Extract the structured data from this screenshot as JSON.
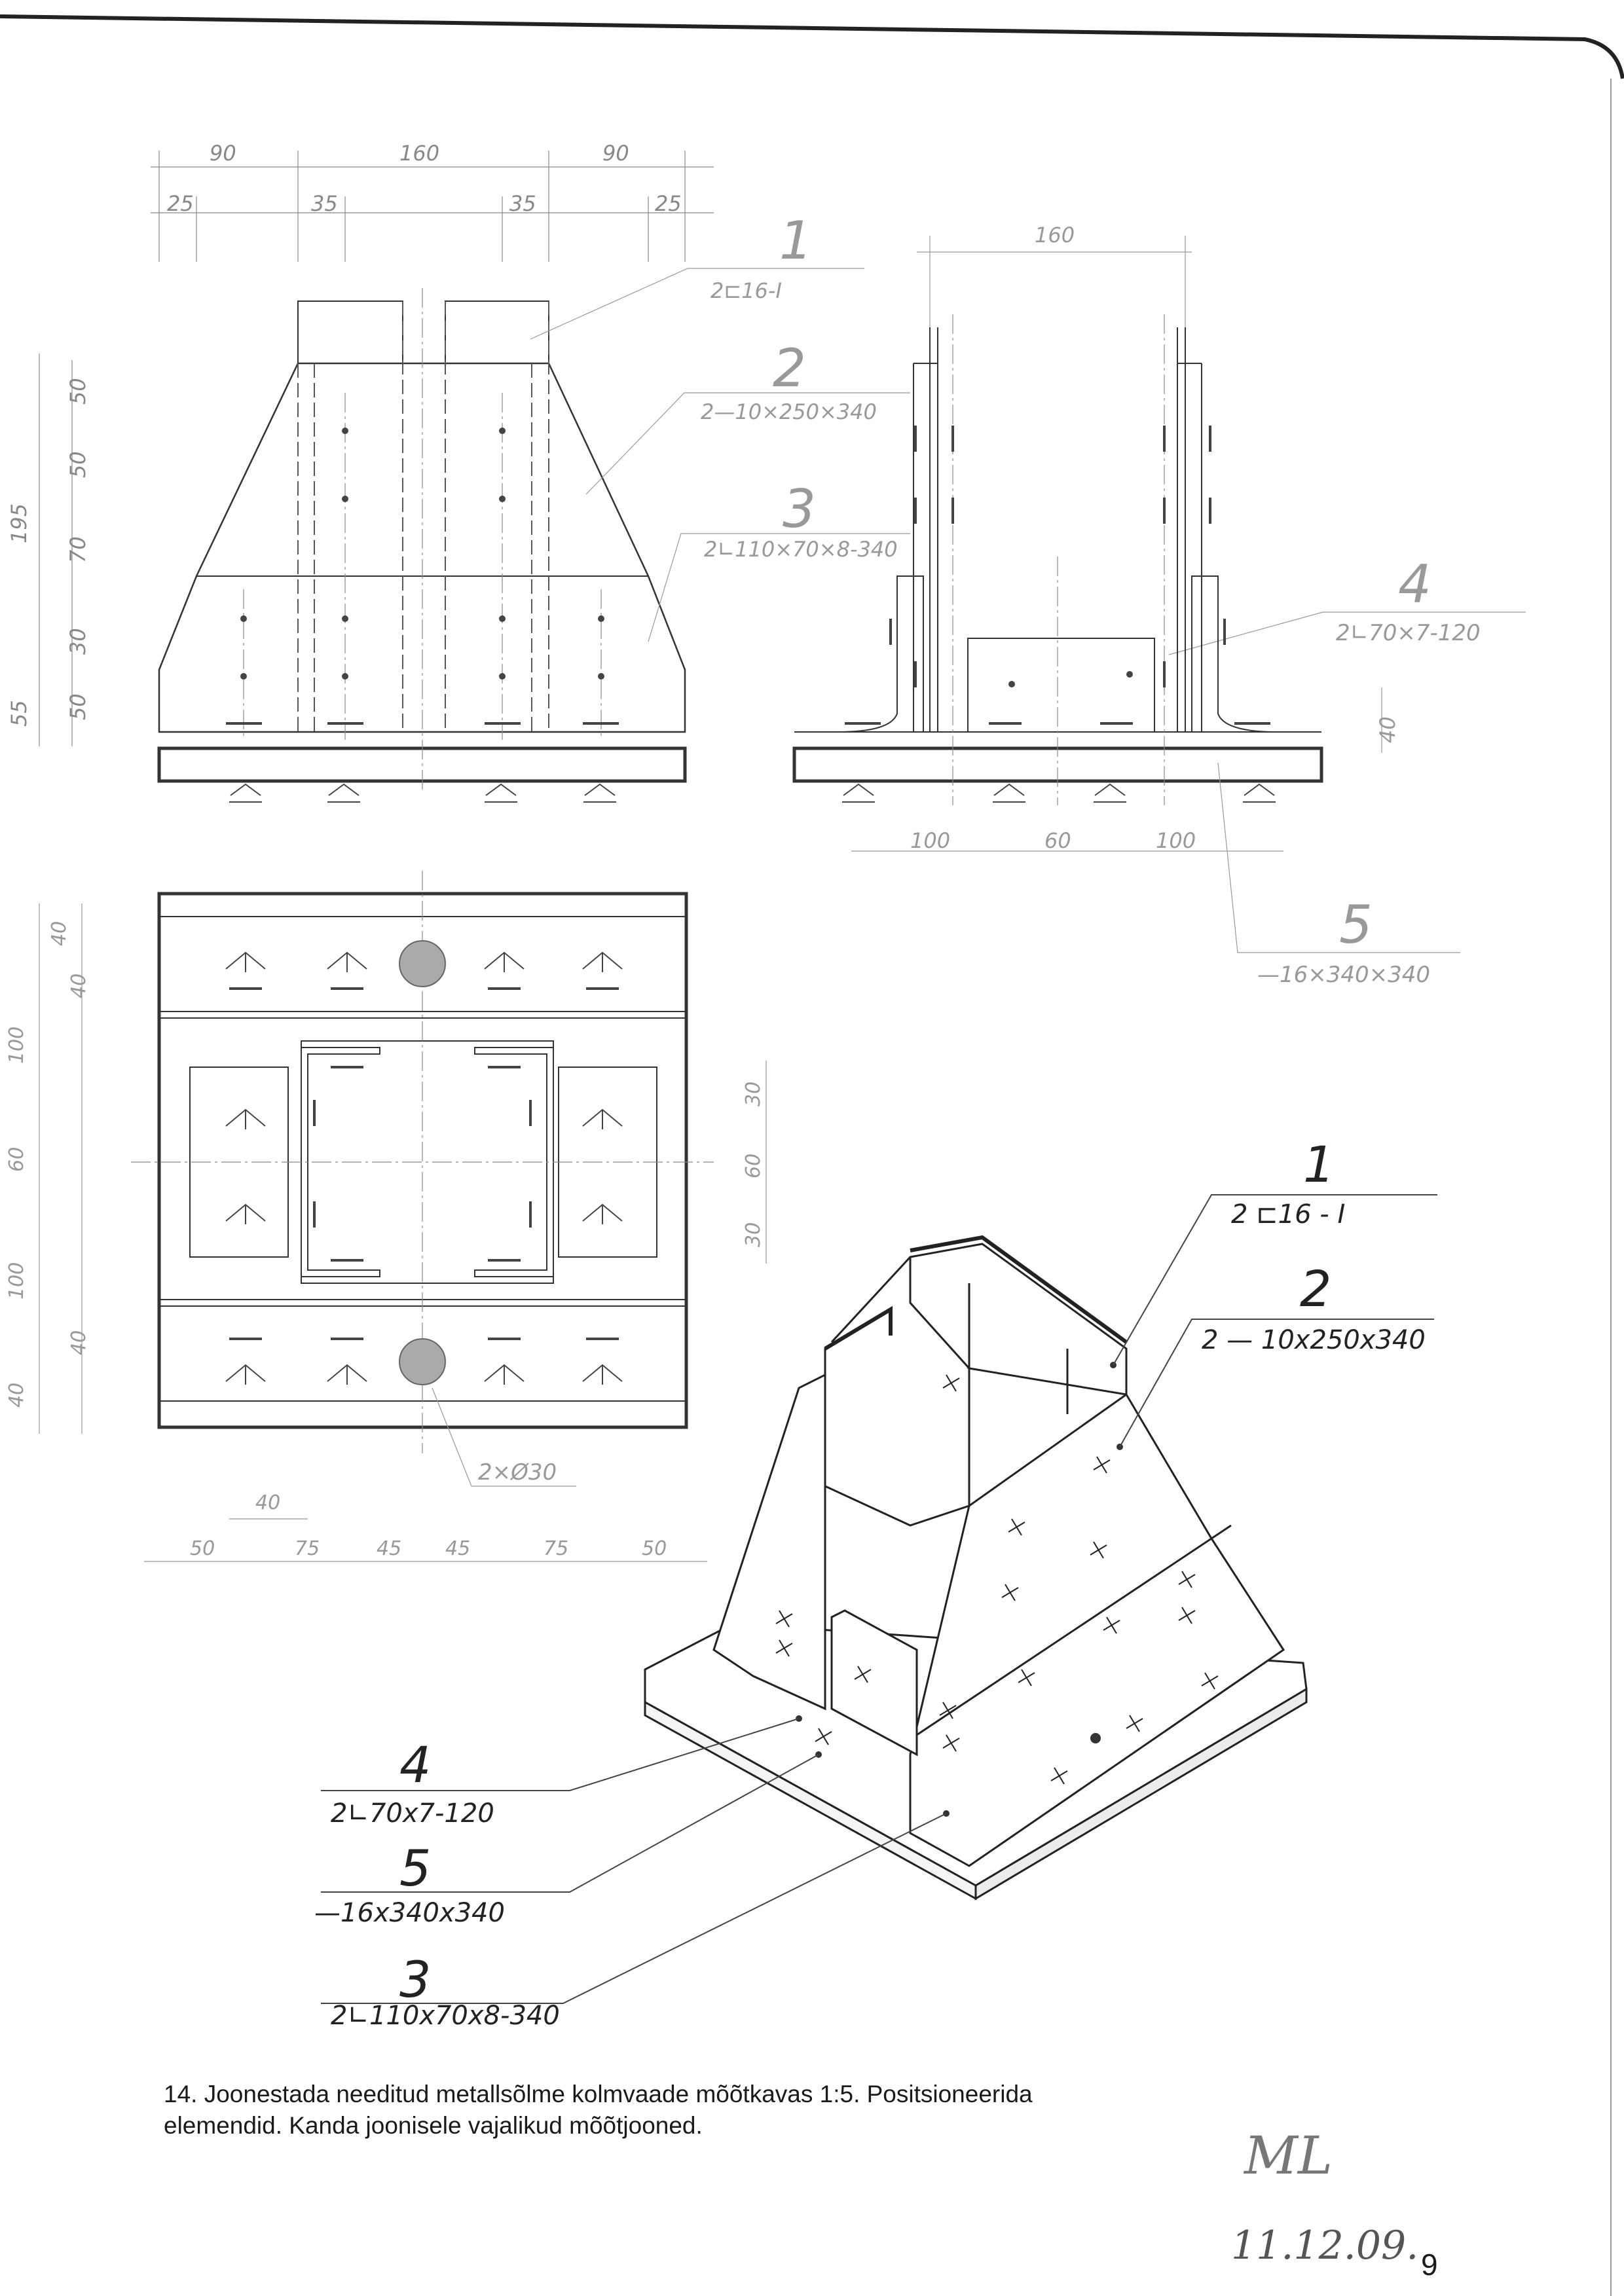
{
  "drawing": {
    "front_view": {
      "dims_top": [
        "90",
        "160",
        "90"
      ],
      "dims_top_inner": [
        "25",
        "35",
        "35",
        "25"
      ],
      "dims_left": [
        "50",
        "50",
        "70",
        "30",
        "50"
      ],
      "dims_left_outer": [
        "195",
        "55"
      ]
    },
    "side_view": {
      "dim_top": "160",
      "dims_bottom": [
        "100",
        "60",
        "100"
      ],
      "dim_right": "40"
    },
    "plan_view": {
      "dims_left": [
        "40",
        "40",
        "100",
        "60",
        "100",
        "40",
        "40"
      ],
      "dims_right": [
        "30",
        "60",
        "30"
      ],
      "dim_bottom_small": "40",
      "dims_bottom": [
        "50",
        "75",
        "45",
        "45",
        "75",
        "50"
      ],
      "hole_note": "2×Ø30"
    },
    "sketch_callouts": [
      {
        "number": "1",
        "spec": "2⊏16-I"
      },
      {
        "number": "2",
        "spec": "2—10×250×340"
      },
      {
        "number": "3",
        "spec": "2∟110×70×8-340"
      },
      {
        "number": "4",
        "spec": "2∟70×7-120"
      },
      {
        "number": "5",
        "spec": "—16×340×340"
      }
    ],
    "iso_callouts": [
      {
        "number": "1",
        "spec": "2 ⊏16 - I"
      },
      {
        "number": "2",
        "spec": "2 — 10x250x340"
      },
      {
        "number": "4",
        "spec": "2∟70x7-120"
      },
      {
        "number": "5",
        "spec": "—16x340x340"
      },
      {
        "number": "3",
        "spec": "2∟110x70x8-340"
      }
    ]
  },
  "caption": {
    "line1": "14. Joonestada needitud metallsõlme kolmvaade mõõtkavas 1:5. Positsioneerida",
    "line2": "elemendid. Kanda joonisele vajalikud mõõtjooned."
  },
  "handwriting": {
    "date": "11.12.09.",
    "signature": "ML"
  },
  "page_number": "9"
}
